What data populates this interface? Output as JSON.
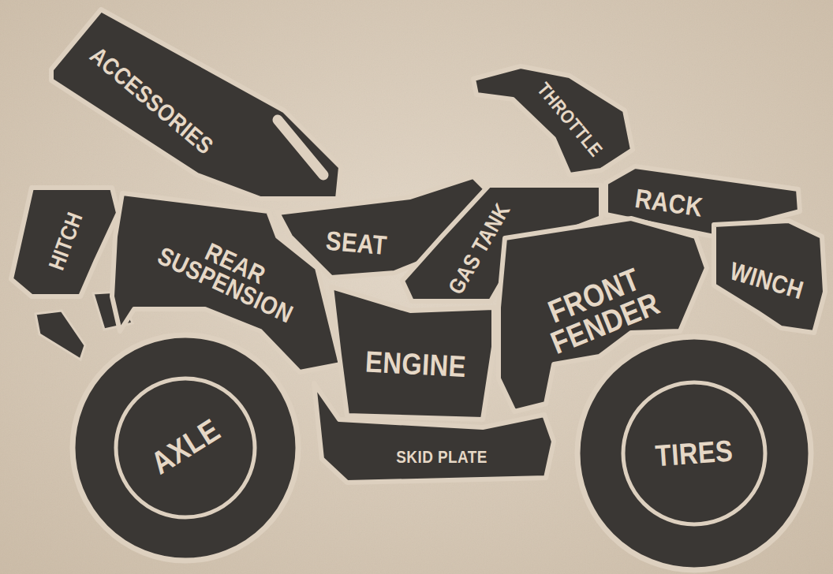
{
  "diagram": {
    "nodes": [
      {
        "text": [
          "ACCESSORIES"
        ]
      },
      {
        "text": [
          "THROTTLE"
        ]
      },
      {
        "text": [
          "RACK"
        ]
      },
      {
        "text": [
          "HITCH"
        ]
      },
      {
        "text": [
          "REAR SUSPENSION"
        ]
      },
      {
        "text": [
          "SEAT"
        ]
      },
      {
        "text": [
          "GAS TANK"
        ]
      },
      {
        "text": [
          "FRONT FENDER"
        ]
      },
      {
        "text": [
          "WINCH"
        ]
      },
      {
        "text": [
          "ENGINE"
        ]
      },
      {
        "text": [
          "SKID PLATE"
        ]
      },
      {
        "text": [
          "AXLE"
        ]
      },
      {
        "text": [
          "TIRES"
        ]
      }
    ]
  }
}
